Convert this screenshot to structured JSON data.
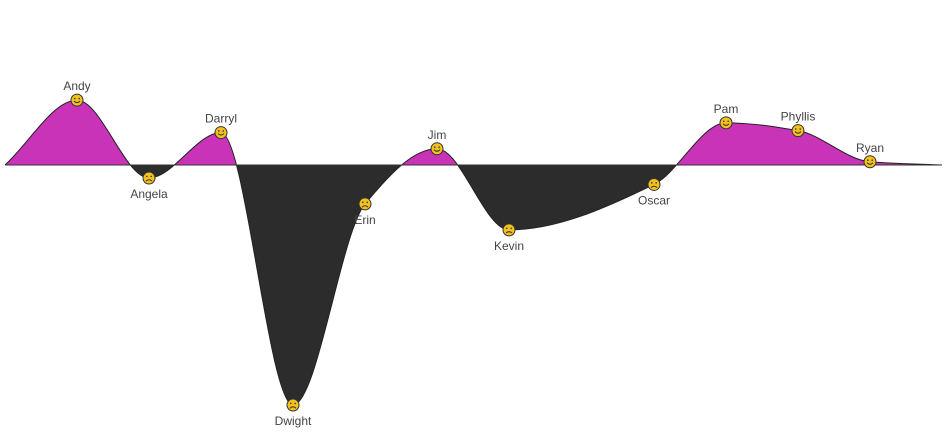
{
  "chart_data": {
    "type": "area",
    "title": "",
    "xlabel": "",
    "ylabel": "",
    "baseline": 0,
    "ylim": [
      -370,
      100
    ],
    "colors": {
      "positive": "#c833b8",
      "negative": "#2c2c2c",
      "axis": "#333333",
      "marker_fill": "#f3c11d",
      "marker_stroke": "#333333"
    },
    "points": [
      {
        "name": "Andy",
        "value": 100,
        "mood": "happy"
      },
      {
        "name": "Angela",
        "value": -20,
        "mood": "sad"
      },
      {
        "name": "Darryl",
        "value": 50,
        "mood": "happy"
      },
      {
        "name": "Dwight",
        "value": -370,
        "mood": "sad"
      },
      {
        "name": "Erin",
        "value": -60,
        "mood": "sad"
      },
      {
        "name": "Jim",
        "value": 25,
        "mood": "happy"
      },
      {
        "name": "Kevin",
        "value": -100,
        "mood": "sad"
      },
      {
        "name": "Oscar",
        "value": -30,
        "mood": "sad"
      },
      {
        "name": "Pam",
        "value": 65,
        "mood": "happy"
      },
      {
        "name": "Phyllis",
        "value": 53,
        "mood": "happy"
      },
      {
        "name": "Ryan",
        "value": 5,
        "mood": "happy"
      }
    ],
    "grid": false,
    "legend": "none"
  }
}
